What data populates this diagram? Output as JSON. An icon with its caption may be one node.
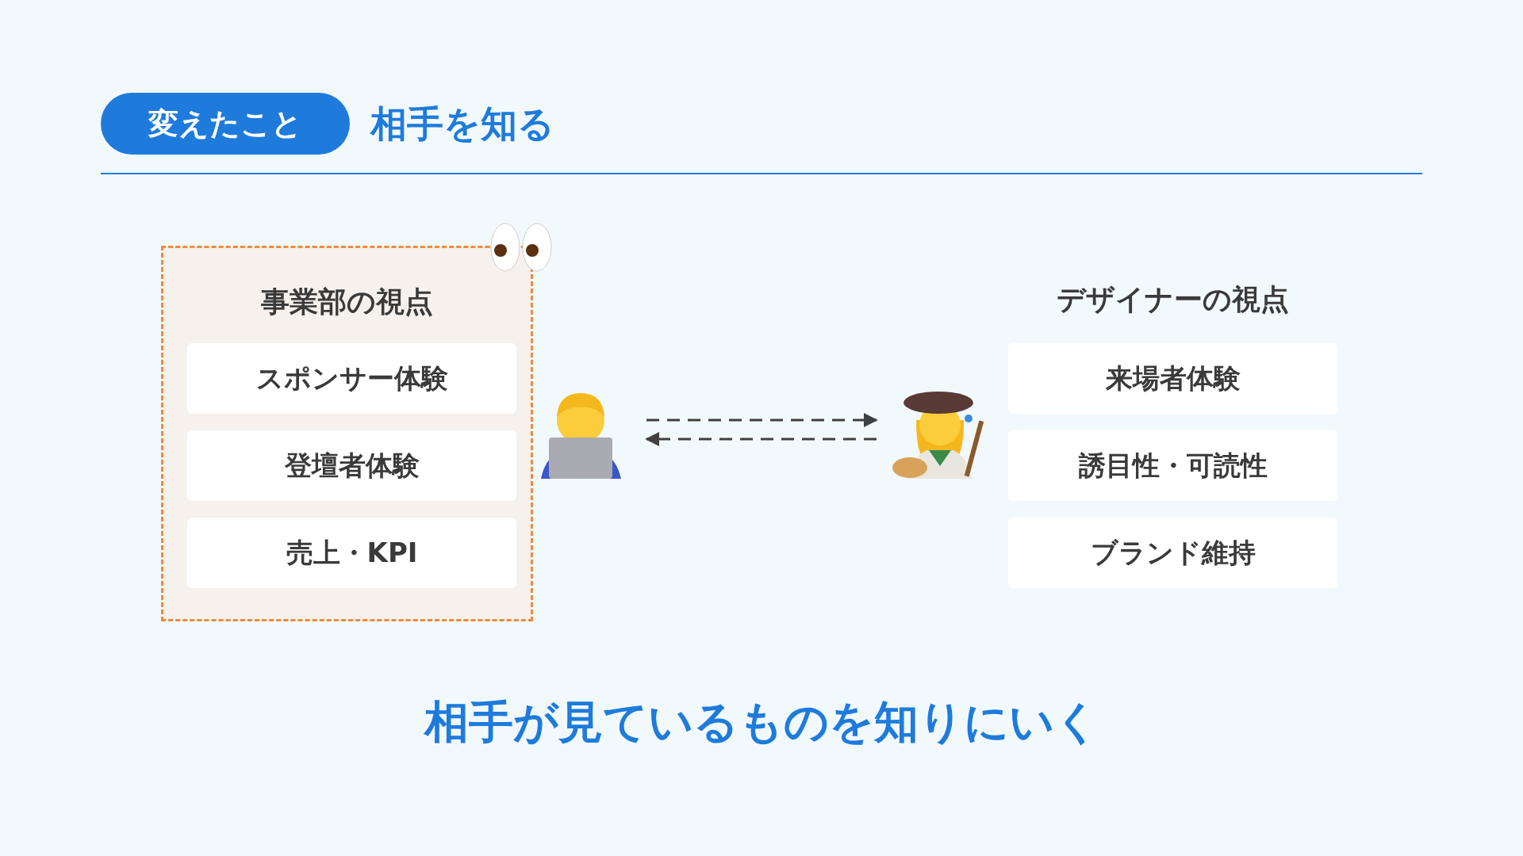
{
  "diagram": {
    "title": "相手を知る",
    "caption": "相手が見ているものを知りにいく",
    "nodes": [
      {
        "text": [
          "事業部の視点"
        ]
      },
      {
        "text": [
          "スポンサー体験"
        ],
        "in": 0
      },
      {
        "text": [
          "登壇者体験"
        ],
        "in": 0
      },
      {
        "text": [
          "売上・KPI"
        ],
        "in": 0
      },
      {
        "text": [],
        "shape": "picture"
      },
      {
        "text": [],
        "shape": "picture"
      },
      {
        "text": [
          "来場者体験"
        ]
      },
      {
        "text": [
          "誘目性・可読性"
        ]
      },
      {
        "text": [
          "ブランド維持"
        ]
      }
    ],
    "edges": [
      {
        "from": 4,
        "to": 5,
        "arrow": "to",
        "style": "dashed"
      },
      {
        "from": 5,
        "to": 4,
        "arrow": "to",
        "style": "dashed"
      }
    ],
    "labels": [
      "変えたこと",
      "デザイナーの視点"
    ]
  }
}
